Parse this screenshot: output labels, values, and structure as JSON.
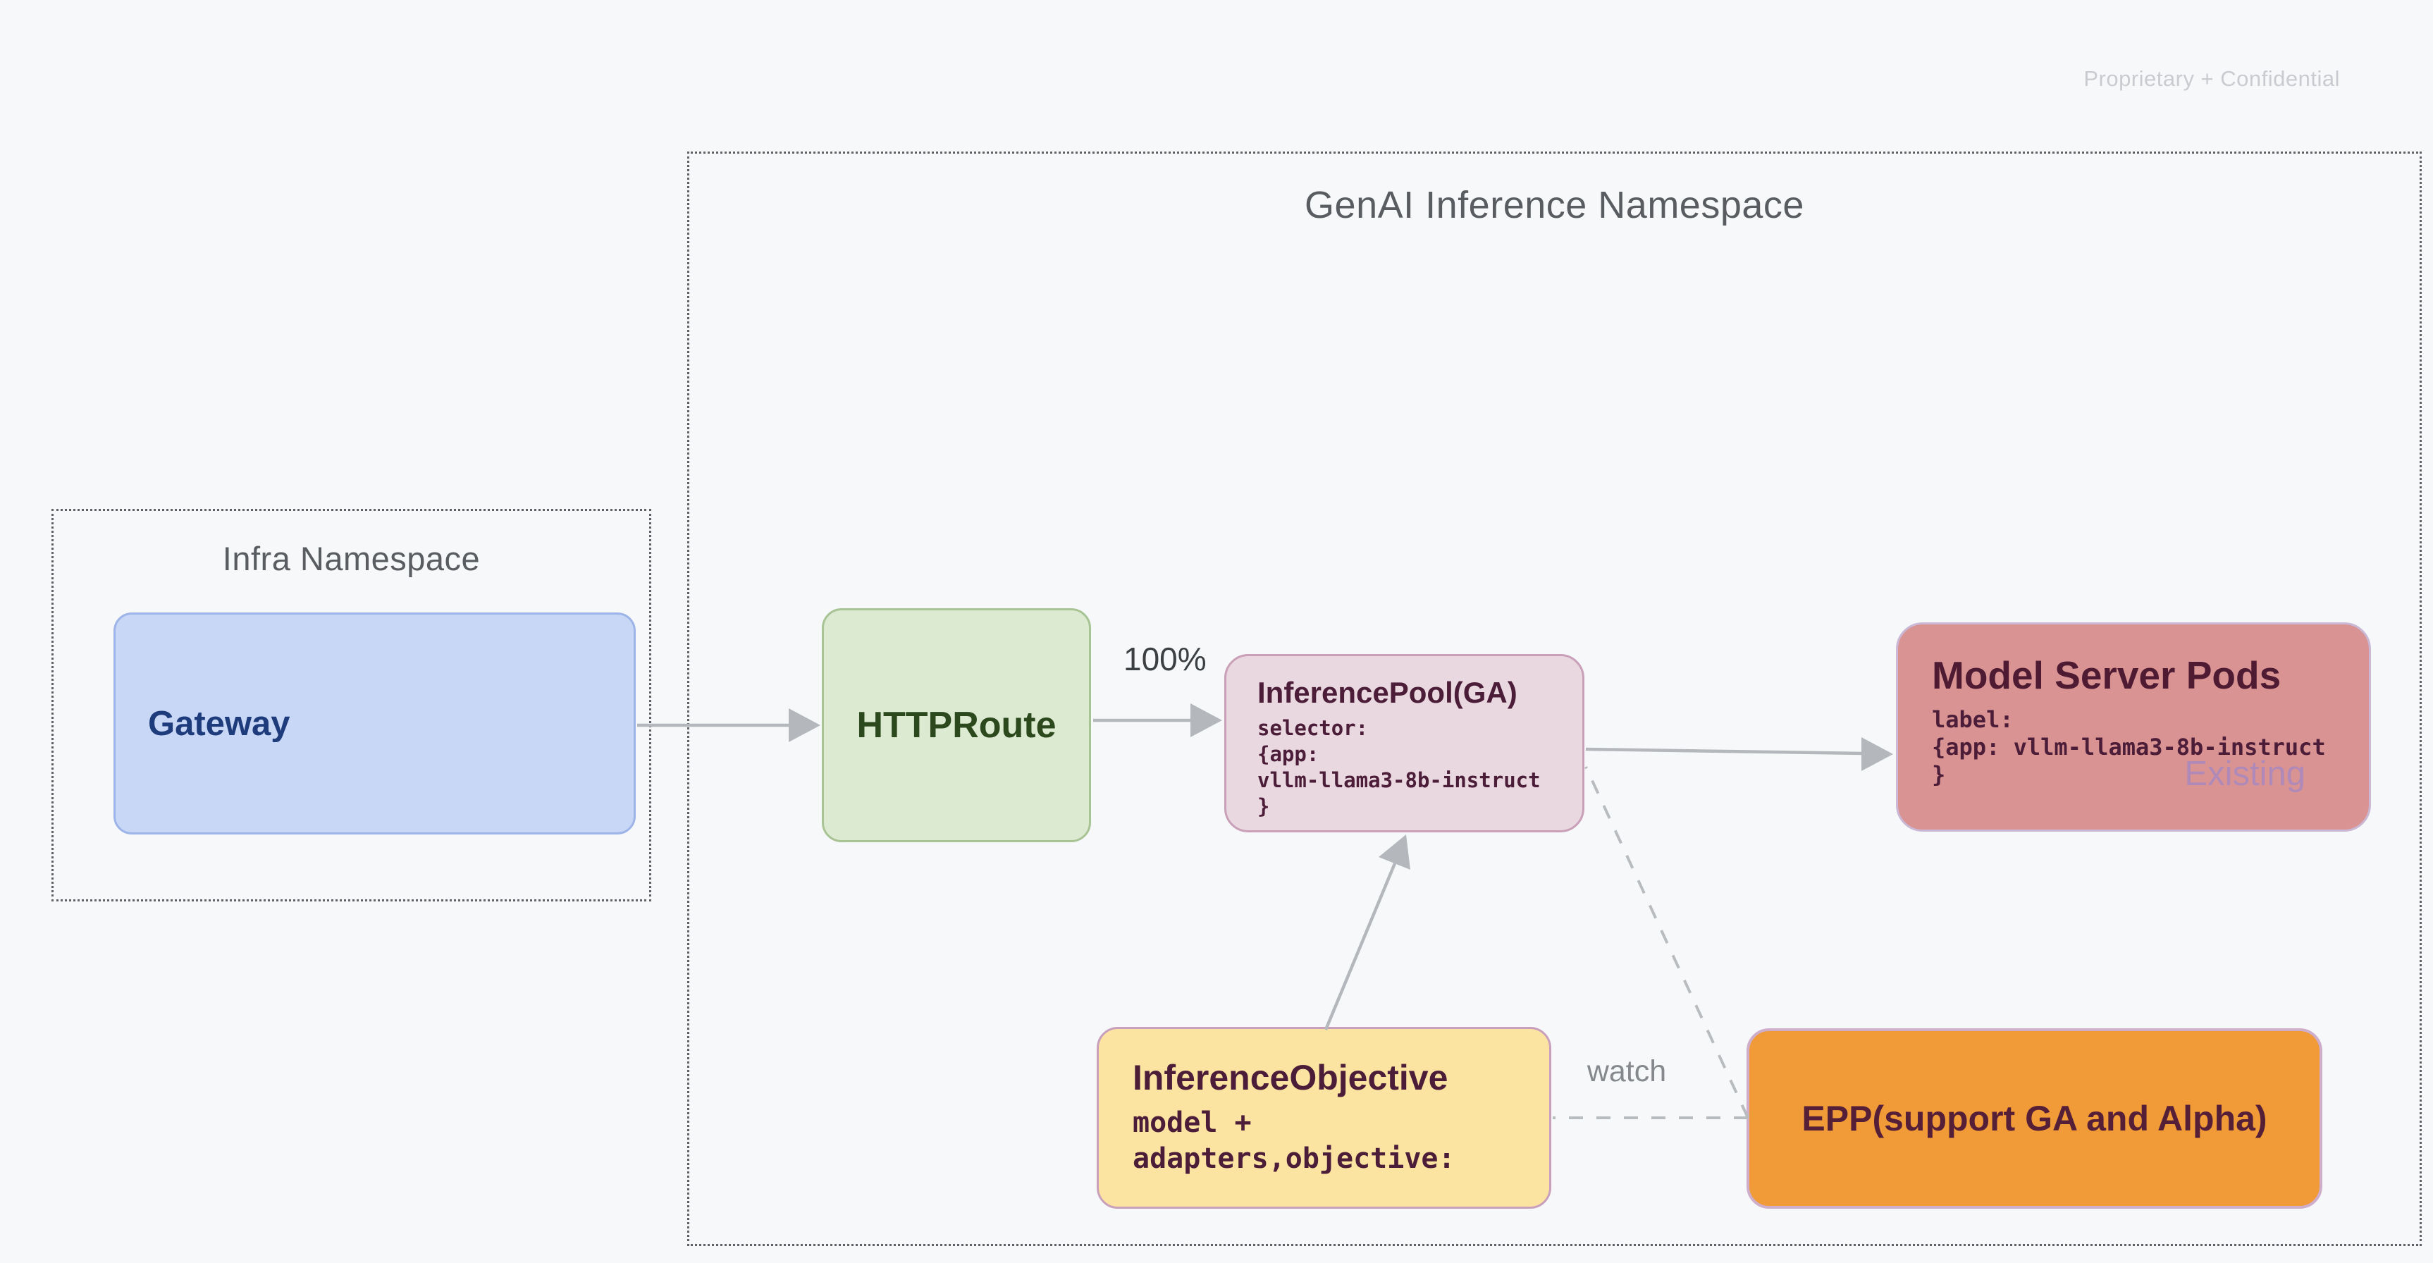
{
  "page": {
    "confidential_note": "Proprietary + Confidential"
  },
  "namespaces": {
    "genai": {
      "title": "GenAI Inference Namespace"
    },
    "infra": {
      "title": "Infra Namespace"
    }
  },
  "nodes": {
    "gateway": {
      "label": "Gateway"
    },
    "httproute": {
      "label": "HTTPRoute"
    },
    "inference_pool": {
      "title": "InferencePool(GA)",
      "code_lines": [
        "selector:",
        "{app:",
        "vllm-llama3-8b-instruct",
        "}"
      ]
    },
    "model_server_pods": {
      "title": "Model Server Pods",
      "code_lines": [
        "label:",
        "{app: vllm-llama3-8b-instruct",
        "}"
      ],
      "status_badge": "Existing"
    },
    "inference_objective": {
      "title": "InferenceObjective",
      "code_lines": [
        "model +",
        "adapters,objective:"
      ]
    },
    "epp": {
      "label": "EPP(support GA and Alpha)"
    }
  },
  "edges": {
    "route_weight_label": "100%",
    "watch_label": "watch"
  },
  "colors": {
    "background": "#f7f8fa",
    "gateway_fill": "#c8d7f5",
    "gateway_border": "#9db4e8",
    "gateway_text": "#1e3b7c",
    "httproute_fill": "#dcead2",
    "httproute_border": "#a8c394",
    "httproute_text": "#2c491d",
    "inference_pool_fill": "#e9d8e0",
    "inference_pool_border": "#c9a0b8",
    "model_server_fill": "#d99393",
    "model_server_border": "#cab8d5",
    "inference_objective_fill": "#fbe4a2",
    "epp_fill": "#f19b38",
    "epp_border": "#cfaecb",
    "dark_text": "#4c1d38",
    "existing_text": "#ab89bd",
    "arrow": "#b4b7bb",
    "namespace_border": "#5d6064"
  }
}
